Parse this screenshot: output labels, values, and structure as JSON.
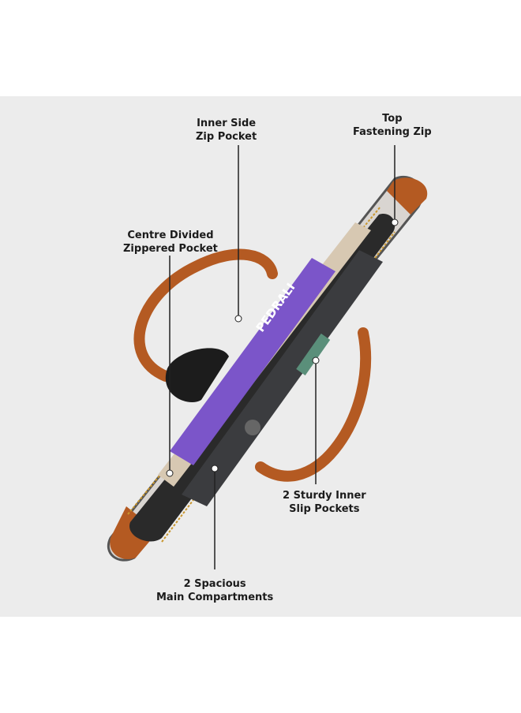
{
  "image": {
    "subject": "open-tote-bag-interior",
    "colors": {
      "background": "#ececec",
      "leather": "#b45a22",
      "body": "#dcd8d4",
      "lining": "#2a2a2a",
      "book": "#7b55c9",
      "leader_line": "#222222"
    }
  },
  "callouts": [
    {
      "line1": "Inner Side",
      "line2": "Zip Pocket"
    },
    {
      "line1": "Top",
      "line2": "Fastening Zip"
    },
    {
      "line1": "Centre Divided",
      "line2": "Zippered Pocket"
    },
    {
      "line1": "2 Sturdy Inner",
      "line2": "Slip Pockets"
    },
    {
      "line1": "2 Spacious",
      "line2": "Main Compartments"
    }
  ],
  "book_text": "PEDRALI"
}
